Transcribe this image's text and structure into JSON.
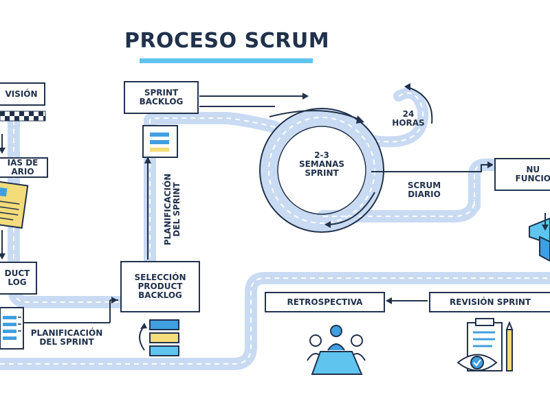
{
  "title": "PROCESO SCRUM",
  "boxes": {
    "vision": "VISIÓN",
    "historias": "IAS DE\nARIO",
    "product_backlog": "DUCT\nLOG",
    "sprint_backlog": "SPRINT\nBACKLOG",
    "seleccion": "SELECCIÓN\nPRODUCT\nBACKLOG",
    "nueva_funcionalidad": "NU\nFUNCIO",
    "retrospectiva": "RETROSPECTIVA",
    "revision": "REVISIÓN SPRINT"
  },
  "labels": {
    "semanas": "2-3\nSEMANAS\nSPRINT",
    "horas": "24\nHORAS",
    "scrum_diario": "SCRUM\nDIARIO",
    "planificacion_vertical": "PLANIFICACIÓN\nDEL SPRINT",
    "planificacion_bottom": "PLANIFICACIÓN\nDEL SPRINT"
  },
  "colors": {
    "road": "#c9dbf3",
    "ink": "#20314b",
    "accent": "#5fc4ee",
    "blue": "#3f9fe0",
    "yellow": "#f4dc7a"
  }
}
